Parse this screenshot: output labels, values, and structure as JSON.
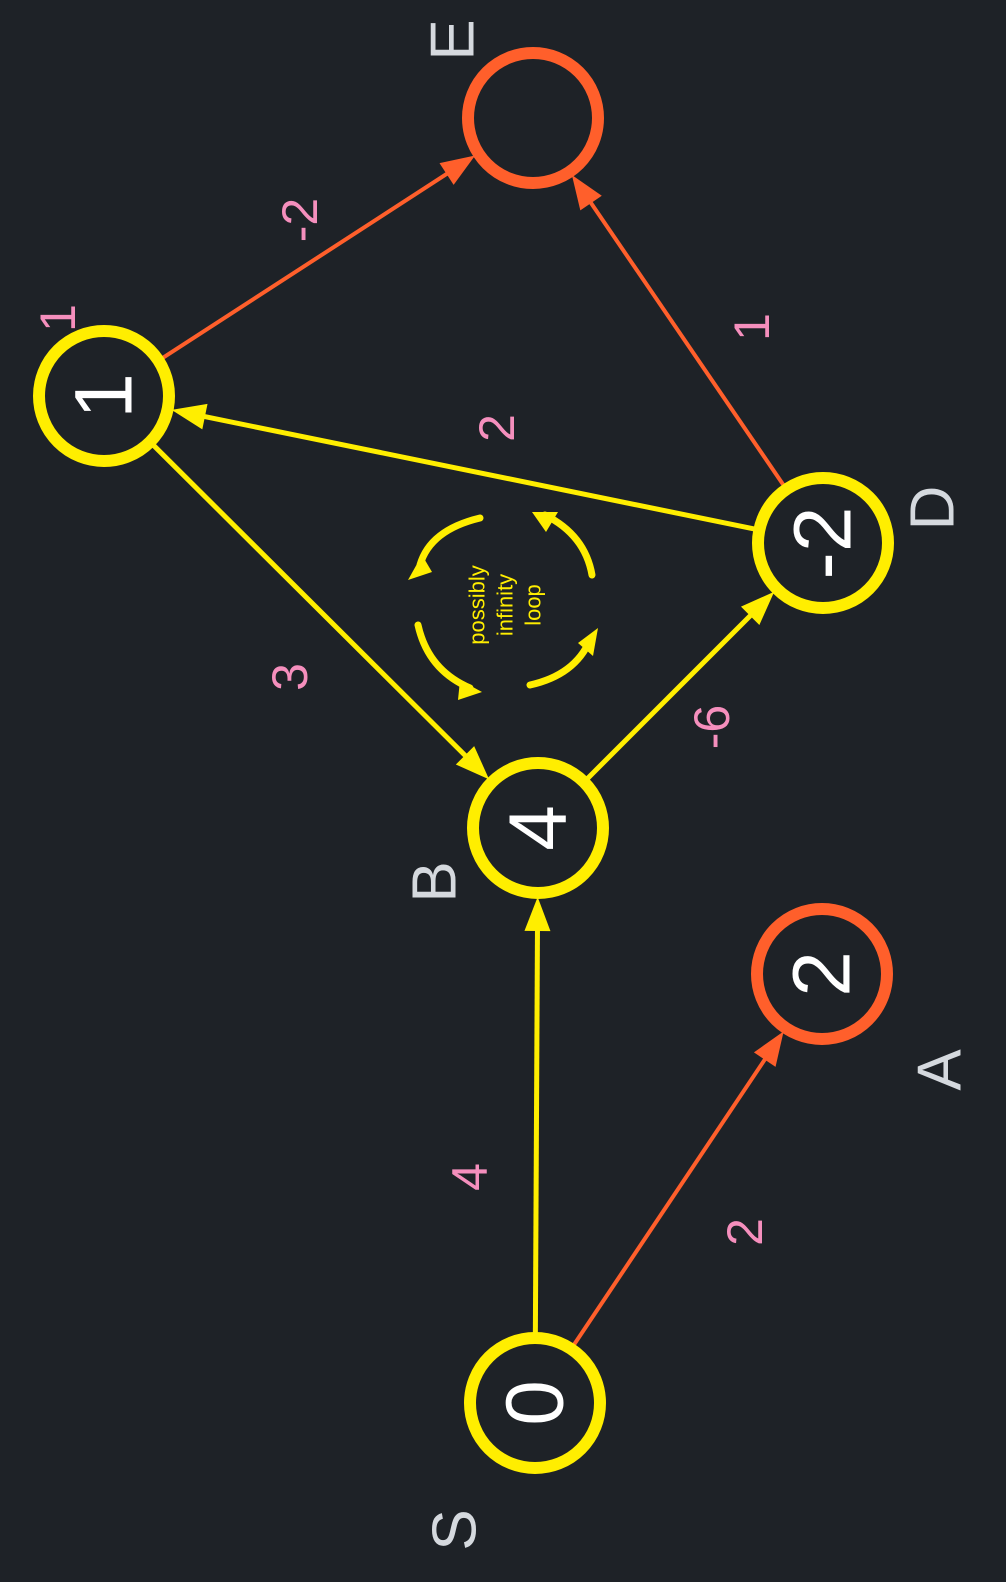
{
  "colors": {
    "background": "#1e2227",
    "yellow": "#ffee00",
    "orange": "#ff5f2b",
    "pink": "#f58fbd",
    "white": "#ffffff",
    "gray": "#d5d9de"
  },
  "nodes": [
    {
      "id": "S",
      "label": "S",
      "value": "0",
      "color": "yellow"
    },
    {
      "id": "A",
      "label": "A",
      "value": "2",
      "color": "orange"
    },
    {
      "id": "B",
      "label": "B",
      "value": "4",
      "color": "yellow"
    },
    {
      "id": "C",
      "label": "",
      "value": "1",
      "color": "yellow"
    },
    {
      "id": "D",
      "label": "D",
      "value": "-2",
      "color": "yellow"
    },
    {
      "id": "E",
      "label": "E",
      "value": "",
      "color": "orange"
    }
  ],
  "edges": [
    {
      "from": "S",
      "to": "B",
      "weight": "4",
      "color": "yellow"
    },
    {
      "from": "S",
      "to": "A",
      "weight": "2",
      "color": "orange"
    },
    {
      "from": "B",
      "to": "D",
      "weight": "-6",
      "color": "yellow"
    },
    {
      "from": "C",
      "to": "B",
      "weight": "3",
      "color": "yellow"
    },
    {
      "from": "D",
      "to": "C",
      "weight": "2",
      "color": "yellow"
    },
    {
      "from": "D",
      "to": "E",
      "weight": "1",
      "color": "orange"
    },
    {
      "from": "C",
      "to": "E",
      "weight": "-2",
      "color": "orange"
    }
  ],
  "extra_labels": {
    "node_c_annotation": "1"
  },
  "loop_annotation": {
    "lines": [
      "possibly",
      "infinity",
      "loop"
    ]
  }
}
